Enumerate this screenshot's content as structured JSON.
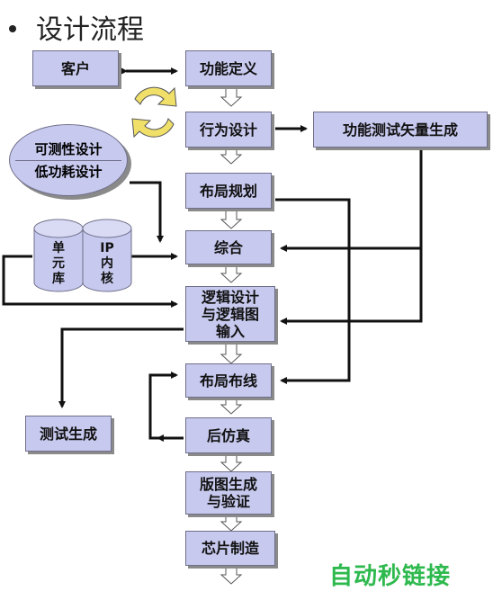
{
  "title": "设计流程",
  "nodes": {
    "customer": "客户",
    "func_def": "功能定义",
    "behavior": "行为设计",
    "func_test_vec": "功能测试矢量生成",
    "floorplan": "布局规划",
    "synth": "综合",
    "logic_1": "逻辑设计",
    "logic_2": "与逻辑图",
    "logic_3": "输入",
    "pnr": "布局布线",
    "post_sim": "后仿真",
    "layout_1": "版图生成",
    "layout_2": "与验证",
    "chip": "芯片制造",
    "test_gen": "测试生成"
  },
  "dft": {
    "line1": "可测性设计",
    "line2": "低功耗设计"
  },
  "libraries": {
    "cell_1": "单",
    "cell_2": "元",
    "cell_3": "库",
    "ip_1": "IP",
    "ip_2": "内",
    "ip_3": "核"
  },
  "watermark": "自动秒链接",
  "colors": {
    "box_fill": "#c7c9ee",
    "box_border": "#6f6f8a",
    "arrow": "#111111",
    "loop_icon": "#f0e06a",
    "watermark": "#2eb94e"
  }
}
